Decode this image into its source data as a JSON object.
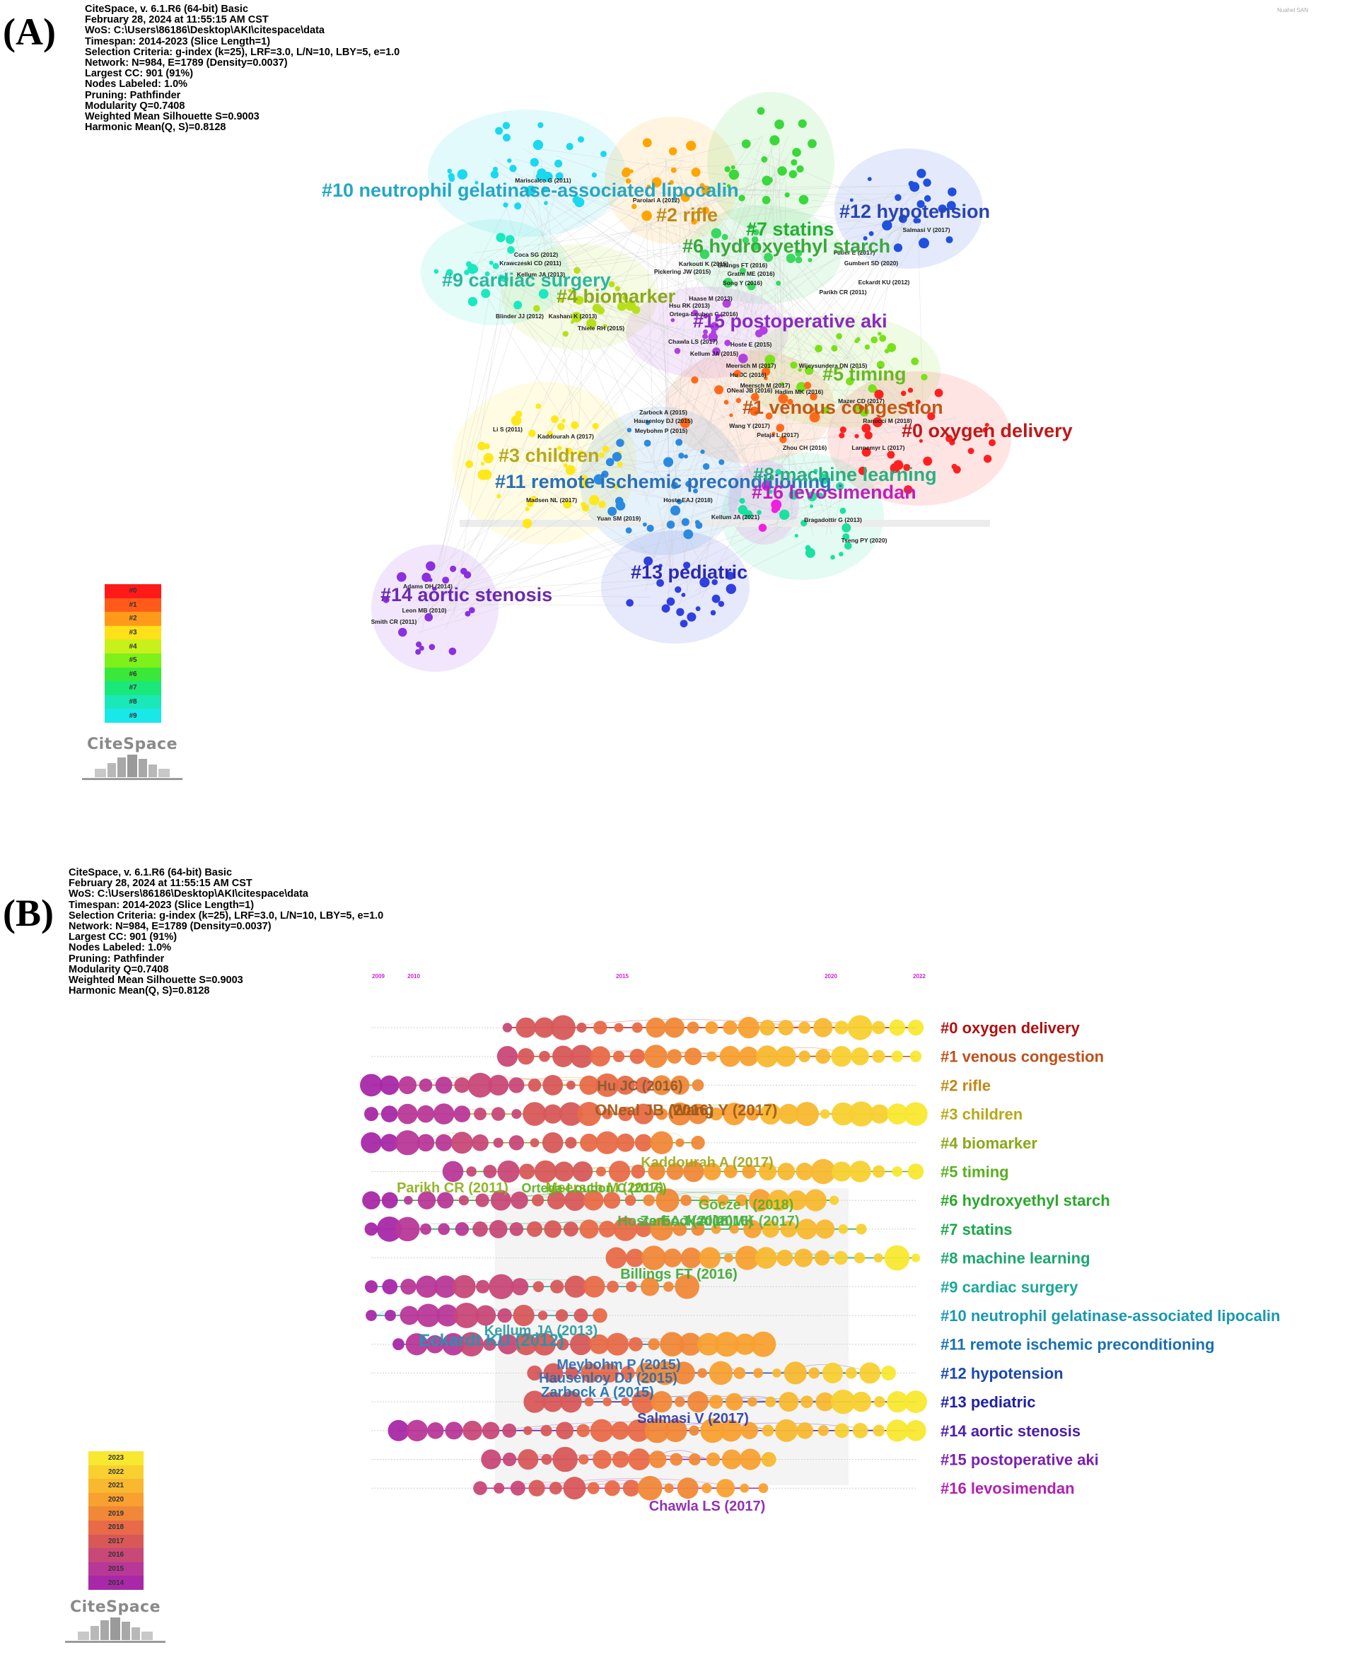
{
  "panelA": {
    "letter": "(A)",
    "corner_tag": "Nuahel SAN",
    "info": [
      "CiteSpace, v. 6.1.R6 (64-bit) Basic",
      "February 28, 2024 at 11:55:15 AM CST",
      "WoS: C:\\Users\\86186\\Desktop\\AKI\\citespace\\data",
      "Timespan: 2014-2023 (Slice Length=1)",
      "Selection Criteria: g-index (k=25), LRF=3.0, L/N=10, LBY=5, e=1.0",
      "Network: N=984, E=1789 (Density=0.0037)",
      "Largest CC: 901 (91%)",
      "Nodes Labeled: 1.0%",
      "Pruning: Pathfinder",
      "Modularity Q=0.7408",
      "Weighted Mean Silhouette S=0.9003",
      "Harmonic Mean(Q, S)=0.8128"
    ],
    "clusters": [
      {
        "label": "#10 neutrophil gelatinase-associated lipocalin",
        "color": "#26a6c4"
      },
      {
        "label": "#2 rifle",
        "color": "#c08a18"
      },
      {
        "label": "#7 statins",
        "color": "#22b030"
      },
      {
        "label": "#12 hypotension",
        "color": "#2a44b0"
      },
      {
        "label": "#6 hydroxyethyl starch",
        "color": "#3aa83a"
      },
      {
        "label": "#9 cardiac surgery",
        "color": "#2ab8a0"
      },
      {
        "label": "#4 biomarker",
        "color": "#8aaa18"
      },
      {
        "label": "#15 postoperative aki",
        "color": "#8a2ac0"
      },
      {
        "label": "#5 timing",
        "color": "#6ab820"
      },
      {
        "label": "#1 venous congestion",
        "color": "#c05a18"
      },
      {
        "label": "#0 oxygen delivery",
        "color": "#c01818"
      },
      {
        "label": "#3 children",
        "color": "#b8a818"
      },
      {
        "label": "#11 remote ischemic preconditioning",
        "color": "#2a70b8"
      },
      {
        "label": "#8 machine learning",
        "color": "#2ab080"
      },
      {
        "label": "#16 levosimendan",
        "color": "#c020b8"
      },
      {
        "label": "#13 pediatric",
        "color": "#2a2ab0"
      },
      {
        "label": "#14 aortic stenosis",
        "color": "#6a2ab0"
      }
    ],
    "node_labels": [
      "Mariscalco G (2011)",
      "Parolari A (2012)",
      "Salmasi V (2017)",
      "Futier E (2017)",
      "Gumbert SD (2020)",
      "Coca SG (2012)",
      "Krawczeski CD (2011)",
      "Kellum JA (2013)",
      "Karkouti K (2015)",
      "Billings FT (2016)",
      "Gratm ME (2016)",
      "Pickering JW (2015)",
      "Song Y (2016)",
      "Haase M (2013)",
      "Eckardt KU (2012)",
      "Parikh CR (2011)",
      "Blinder JJ (2012)",
      "Kashani K (2013)",
      "Thiele RH (2015)",
      "Hsu RK (2013)",
      "Ortega-Loubon C (2016)",
      "Chawla LS (2017)",
      "Kellum JA (2015)",
      "Hoste E (2015)",
      "Meersch M (2017)",
      "Hu JC (2016)",
      "Meersch M (2017)",
      "Wijeysundera DN (2015)",
      "ONeal JB (2016)",
      "Hadim MK (2016)",
      "Mazer CD (2017)",
      "Zarbock A (2015)",
      "Hausenloy DJ (2015)",
      "Meybohm P (2015)",
      "Wang Y (2017)",
      "Petaja L (2017)",
      "Ranucci M (2018)",
      "Lannemyr L (2017)",
      "Li S (2011)",
      "Kaddourah A (2017)",
      "Zhou CH (2016)",
      "Madsen NL (2017)",
      "Hoste EAJ (2018)",
      "Yuan SM (2019)",
      "Kellum JA (2021)",
      "Bragadottir G (2013)",
      "Tseng PY (2020)",
      "Adams DH (2014)",
      "Leon MB (2010)",
      "Smith CR (2011)"
    ],
    "legend_items": [
      "#0",
      "#1",
      "#2",
      "#3",
      "#4",
      "#5",
      "#6",
      "#7",
      "#8",
      "#9"
    ],
    "legend_colors": [
      "#ff1a1a",
      "#ff5a1a",
      "#ff9a1a",
      "#ffe01a",
      "#c8f01a",
      "#7ef01a",
      "#3ae83a",
      "#1ae87a",
      "#1ae8b8",
      "#1ae8e8"
    ],
    "logo": "CiteSpace"
  },
  "panelB": {
    "letter": "(B)",
    "info": [
      "CiteSpace, v. 6.1.R6 (64-bit) Basic",
      "February 28, 2024 at 11:55:15 AM CST",
      "WoS: C:\\Users\\86186\\Desktop\\AKI\\citespace\\data",
      "Timespan: 2014-2023 (Slice Length=1)",
      "Selection Criteria: g-index (k=25), LRF=3.0, L/N=10, LBY=5, e=1.0",
      "Network: N=984, E=1789 (Density=0.0037)",
      "Largest CC: 901 (91%)",
      "Nodes Labeled: 1.0%",
      "Pruning: Pathfinder",
      "Modularity Q=0.7408",
      "Weighted Mean Silhouette S=0.9003",
      "Harmonic Mean(Q, S)=0.8128"
    ],
    "years": [
      "2009",
      "2010",
      "2015",
      "2020",
      "2022"
    ],
    "clusters": [
      {
        "label": "#0 oxygen delivery",
        "color": "#b01010"
      },
      {
        "label": "#1 venous congestion",
        "color": "#c0501a"
      },
      {
        "label": "#2 rifle",
        "color": "#c08818"
      },
      {
        "label": "#3 children",
        "color": "#b8a818"
      },
      {
        "label": "#4 biomarker",
        "color": "#8aa818"
      },
      {
        "label": "#5 timing",
        "color": "#58b020"
      },
      {
        "label": "#6 hydroxyethyl starch",
        "color": "#2aa82a"
      },
      {
        "label": "#7 statins",
        "color": "#1aa84a"
      },
      {
        "label": "#8 machine learning",
        "color": "#1aa870"
      },
      {
        "label": "#9 cardiac surgery",
        "color": "#1aa898"
      },
      {
        "label": "#10 neutrophil gelatinase-associated lipocalin",
        "color": "#1a98b0"
      },
      {
        "label": "#11 remote ischemic preconditioning",
        "color": "#1a70b0"
      },
      {
        "label": "#12 hypotension",
        "color": "#1a48b0"
      },
      {
        "label": "#13 pediatric",
        "color": "#2020a8"
      },
      {
        "label": "#14 aortic stenosis",
        "color": "#4a20a8"
      },
      {
        "label": "#15 postoperative aki",
        "color": "#7a20b0"
      },
      {
        "label": "#16 levosimendan",
        "color": "#b020b0"
      }
    ],
    "node_labels": [
      "Hu JC (2016)",
      "ONeal JB (2016)",
      "Wang Y (2017)",
      "Kaddourah A (2017)",
      "Parikh CR (2011)",
      "Meersch M (2017)",
      "Ortega-Loubon C (2016)",
      "Göcze I (2018)",
      "Hoste EAJ (2018)",
      "Zarbock A (2016)",
      "Nadim MK (2017)",
      "Billings FT (2016)",
      "Kellum JA (2013)",
      "Eckardt KU (2012)",
      "Meybohm P (2015)",
      "Hausenloy DJ (2015)",
      "Zarbock A (2015)",
      "Salmasi V (2017)",
      "Chawla LS (2017)"
    ],
    "legend_items": [
      "2023",
      "2022",
      "2021",
      "2020",
      "2019",
      "2018",
      "2017",
      "2016",
      "2015",
      "2014"
    ],
    "legend_colors": [
      "#f8e830",
      "#f8d030",
      "#f8b830",
      "#f8a030",
      "#f08838",
      "#e86a48",
      "#d85858",
      "#c84878",
      "#b83898",
      "#a828a8"
    ],
    "logo": "CiteSpace"
  }
}
